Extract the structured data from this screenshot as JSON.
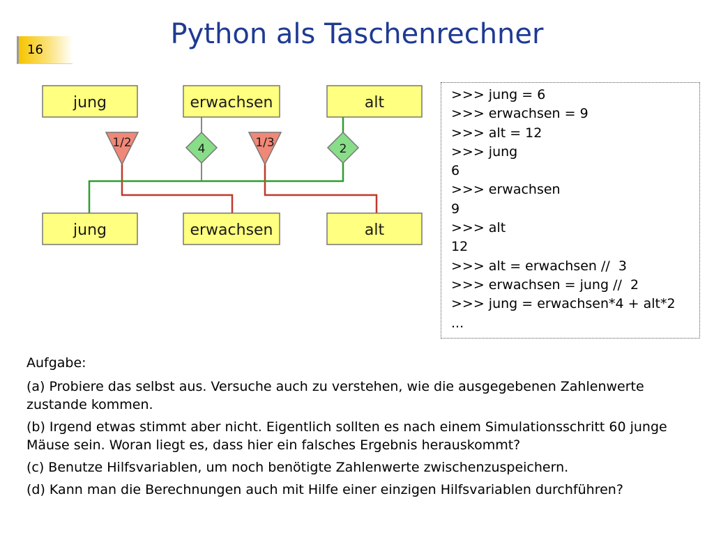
{
  "page_number": "16",
  "title": "Python als Taschenrechner",
  "diagram": {
    "top_boxes": [
      "jung",
      "erwachsen",
      "alt"
    ],
    "bottom_boxes": [
      "jung",
      "erwachsen",
      "alt"
    ],
    "factors": [
      "1/2",
      "4",
      "1/3",
      "2"
    ],
    "colors": {
      "box_fill": "#ffff80",
      "triangle_fill": "#f08878",
      "diamond_fill": "#88dd88",
      "red_line": "#c0392b",
      "green_line": "#2e9e2e"
    }
  },
  "console_lines": [
    ">>> jung = 6",
    ">>> erwachsen = 9",
    ">>> alt = 12",
    ">>> jung",
    "6",
    ">>> erwachsen",
    "9",
    ">>> alt",
    "12",
    ">>> alt = erwachsen //  3",
    ">>> erwachsen = jung //  2",
    ">>> jung = erwachsen*4 + alt*2",
    "..."
  ],
  "task": {
    "heading": "Aufgabe:",
    "a": "(a) Probiere das selbst aus. Versuche auch zu verstehen, wie die ausgegebenen Zahlenwerte zustande kommen.",
    "b": "(b) Irgend etwas stimmt aber nicht. Eigentlich sollten es nach einem Simulationsschritt 60 junge Mäuse sein. Woran liegt es, dass hier ein falsches Ergebnis herauskommt?",
    "c": "(c) Benutze Hilfsvariablen, um noch benötigte Zahlenwerte zwischenzuspeichern.",
    "d": "(d) Kann man die Berechnungen auch mit Hilfe einer einzigen Hilfsvariablen durchführen?"
  }
}
